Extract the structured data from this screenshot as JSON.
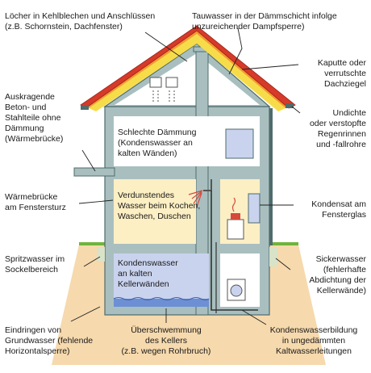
{
  "labels": {
    "top_left": "Löcher in Kehlblechen und Anschlüssen\n(z.B. Schornstein, Dachfenster)",
    "top_right": "Tauwasser in der Dämmschicht infolge\nunzureichender Dampfsperre)",
    "roof_tiles": "Kaputte oder\nverrutschte\nDachziegel",
    "gutters": "Undichte\noder verstopfte\nRegenrinnen\nund -fallrohre",
    "cantilever": "Auskragende\nBeton- und\nStahlteile ohne\nDämmung\n(Wärmebrücke)",
    "lintel": "Wärmebrücke\nam Fenstersturz",
    "window_condensate": "Kondensat am\nFensterglas",
    "splash": "Spritzwasser im\nSockelbereich",
    "seepage": "Sickerwasser\n(fehlerhafte\nAbdichtung der\nKellerwände)",
    "groundwater": "Eindringen von\nGrundwasser (fehlende\nHorizontalsperre)",
    "flooding": "Überschwemmung\ndes Kellers\n(z.B. wegen Rohrbruch)",
    "cold_pipes": "Kondenswasserbildung\nin ungedämmten\nKaltwasserleitungen"
  },
  "rooms": {
    "upper_left": "Schlechte Dämmung\n(Kondenswasser an\nkalten Wänden)",
    "middle_left": "Verdunstendes\nWasser beim Kochen,\nWaschen, Duschen",
    "basement_left": "Kondenswasser\nan kalten\nKellerwänden"
  },
  "colors": {
    "wall": "#a9bfbf",
    "wall_dark": "#4f6b6b",
    "roof_red": "#d63a2a",
    "roof_orange": "#f39a2e",
    "roof_yellow": "#f7dc4a",
    "room_yellow": "#fcefc4",
    "room_blue": "#c9d3ee",
    "room_white": "#ffffff",
    "ground": "#f6d9ad",
    "grass": "#6fb43a",
    "water": "#6d8fd4",
    "leader": "#222222"
  }
}
